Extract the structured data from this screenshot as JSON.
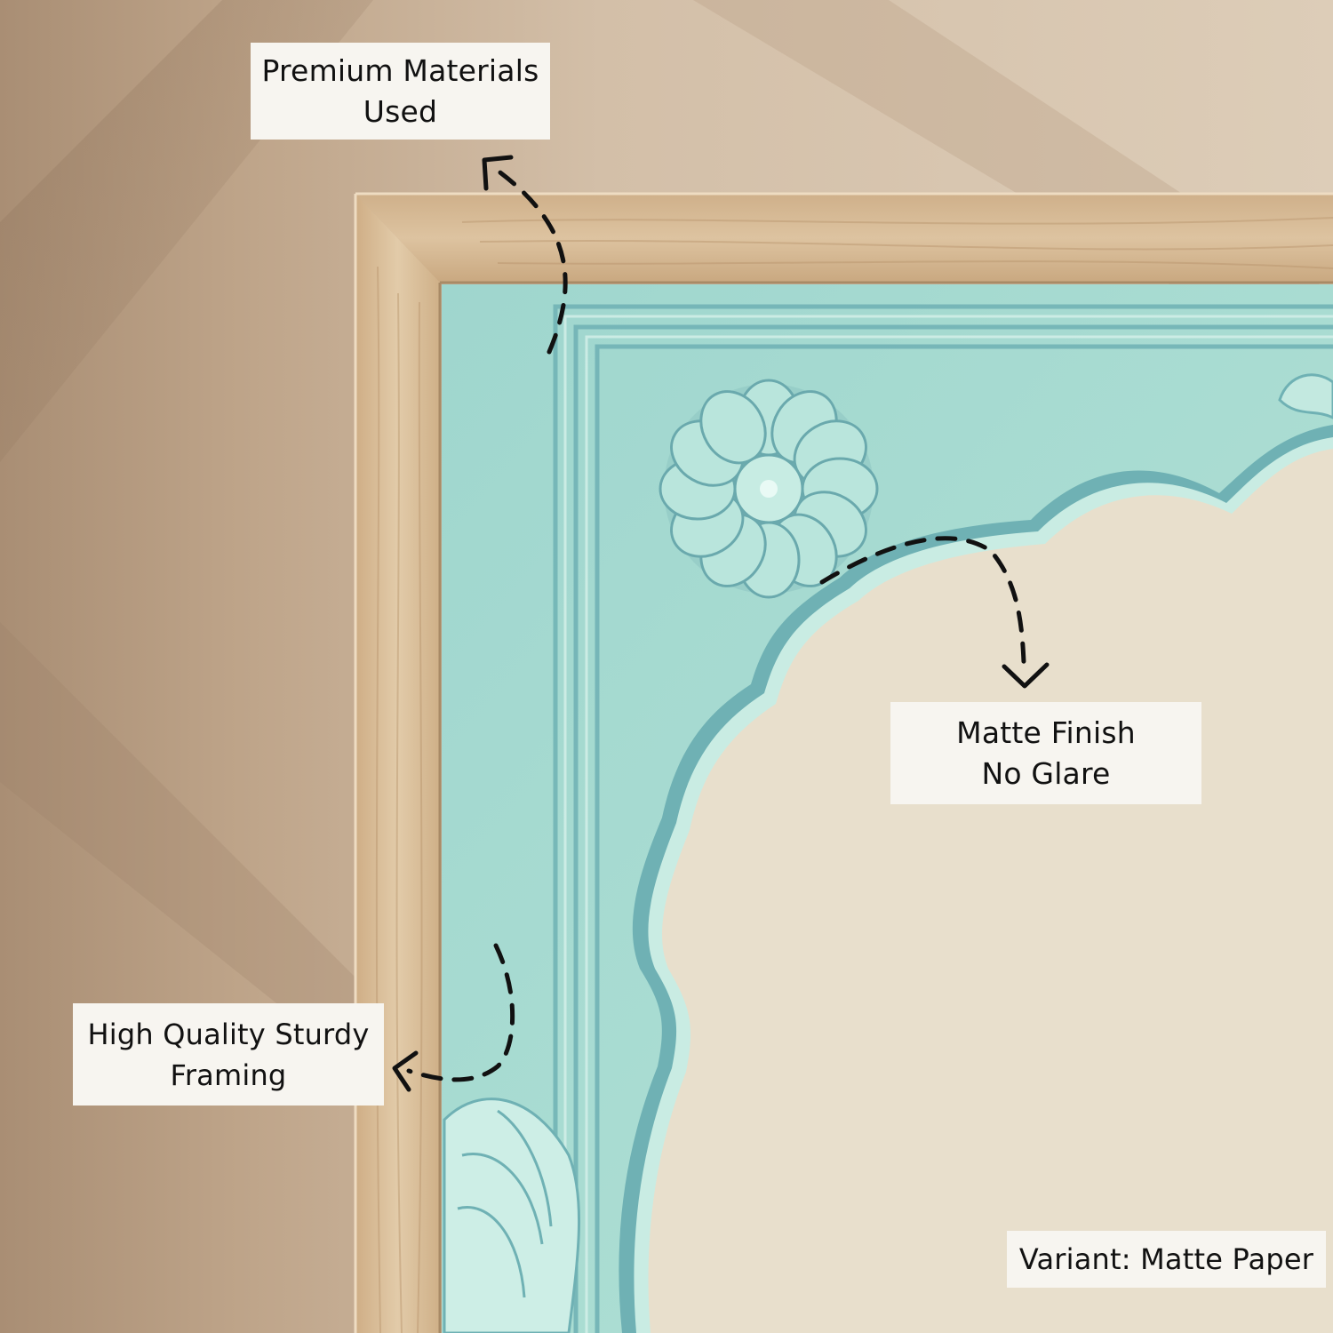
{
  "callouts": {
    "premium": {
      "line1": "Premium Materials",
      "line2": "Used"
    },
    "matte": {
      "line1": "Matte Finish",
      "line2": "No Glare"
    },
    "framing": {
      "line1": "High Quality Sturdy",
      "line2": "Framing"
    },
    "variant": {
      "text": "Variant: Matte Paper"
    }
  },
  "colors": {
    "wall": "#cdb79e",
    "frame_wood": "#dcc2a0",
    "mount_teal": "#a6dbd2",
    "arch_inner": "#e8dfcc",
    "label_bg": "#f7f5f0",
    "text": "#111111"
  }
}
